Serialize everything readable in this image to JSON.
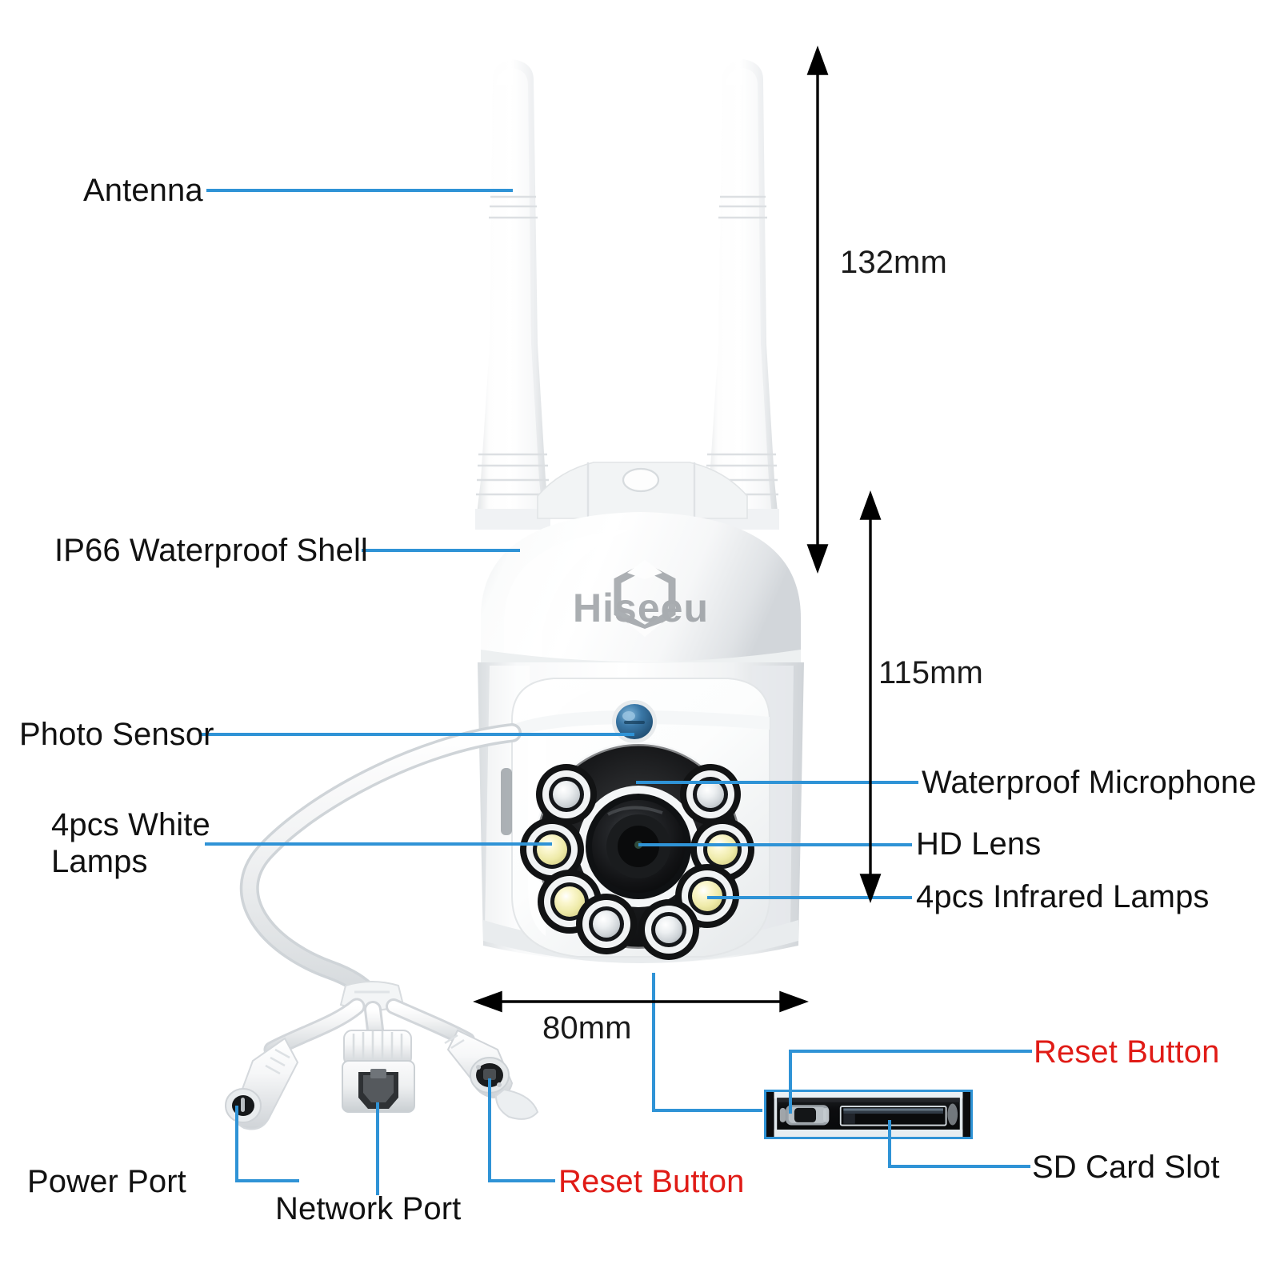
{
  "product": {
    "brand": "Hiseeu",
    "type": "outdoor-ptz-wifi-camera"
  },
  "colors": {
    "leader_line": "#2f93d6",
    "dimension_line": "#000000",
    "label_text": "#111111",
    "highlight_text": "#e01b16",
    "body": "#ffffff",
    "background": "#ffffff"
  },
  "callouts": {
    "antenna": "Antenna",
    "waterproof_shell": "IP66 Waterproof Shell",
    "photo_sensor": "Photo Sensor",
    "white_lamps": "4pcs White Lamps",
    "waterproof_microphone": "Waterproof Microphone",
    "hd_lens": "HD Lens",
    "infrared_lamps": "4pcs Infrared Lamps",
    "power_port": "Power Port",
    "network_port": "Network Port",
    "reset_button_cable": "Reset Button",
    "reset_button_inset": "Reset Button",
    "sd_card_slot": "SD Card Slot"
  },
  "dimensions": {
    "height_total": "132mm",
    "height_body": "115mm",
    "width_body": "80mm"
  }
}
